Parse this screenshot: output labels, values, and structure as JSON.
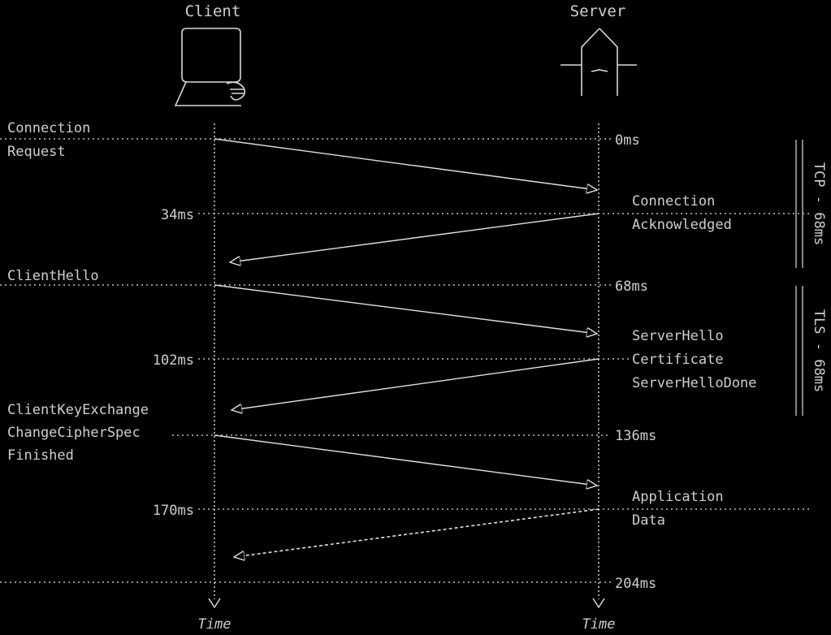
{
  "participants": {
    "client": "Client",
    "server": "Server"
  },
  "time_label": "Time",
  "client_labels": {
    "connection_request": [
      "Connection",
      "Request"
    ],
    "client_hello": "ClientHello",
    "key_exchange": [
      "ClientKeyExchange",
      "ChangeCipherSpec",
      "Finished"
    ]
  },
  "server_labels": {
    "connection_ack": [
      "Connection",
      "Acknowledged"
    ],
    "server_hello": [
      "ServerHello",
      "Certificate",
      "ServerHelloDone"
    ],
    "app_data": [
      "Application",
      "Data"
    ]
  },
  "timestamps": {
    "t0": "0ms",
    "t34": "34ms",
    "t68": "68ms",
    "t102": "102ms",
    "t136": "136ms",
    "t170": "170ms",
    "t204": "204ms"
  },
  "brackets": {
    "tcp": "TCP - 68ms",
    "tls": "TLS - 68ms"
  }
}
